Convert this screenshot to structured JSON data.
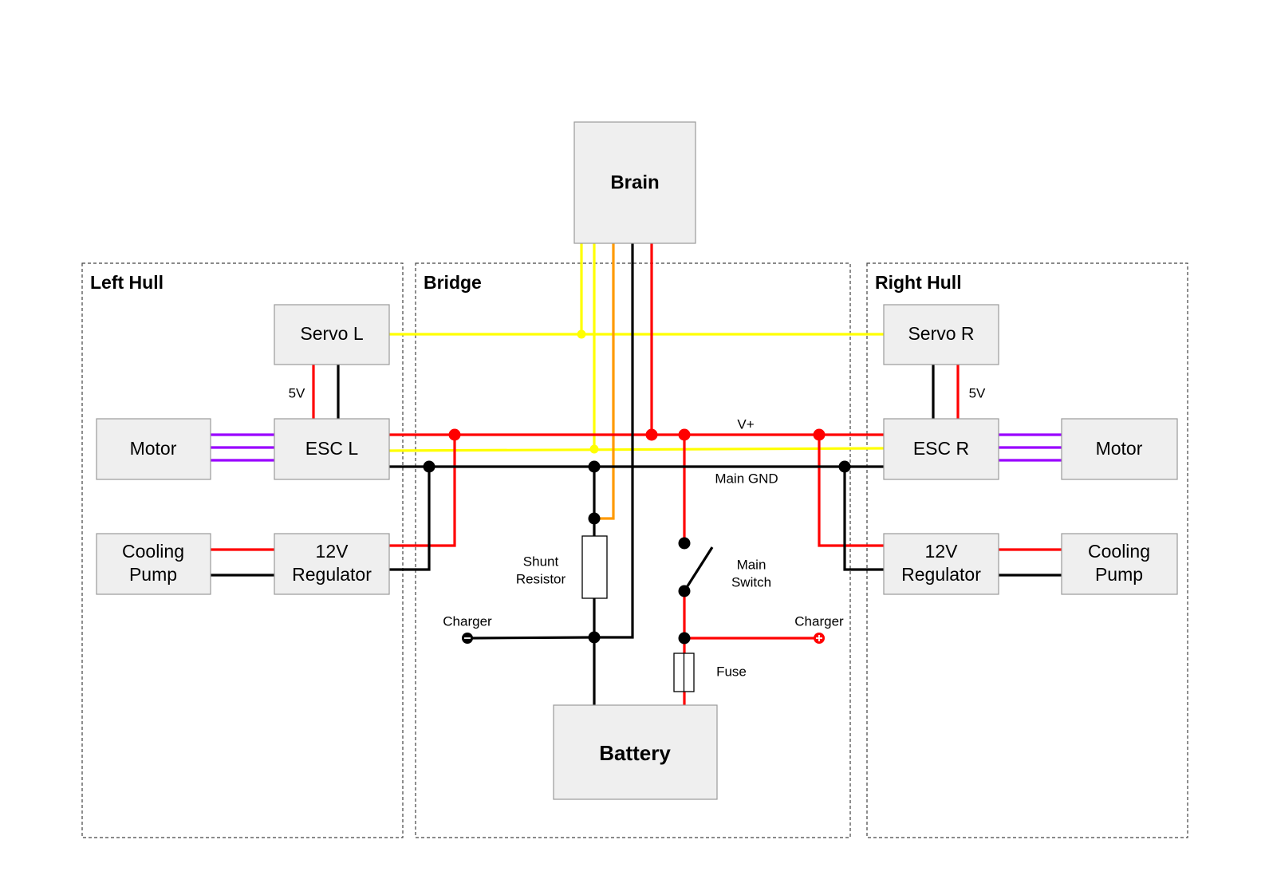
{
  "regions": {
    "left_hull": "Left Hull",
    "bridge": "Bridge",
    "right_hull": "Right Hull"
  },
  "components": {
    "brain": "Brain",
    "servo_l": "Servo L",
    "servo_r": "Servo R",
    "esc_l": "ESC L",
    "esc_r": "ESC R",
    "motor_l": "Motor",
    "motor_r": "Motor",
    "pump_l": [
      "Cooling",
      "Pump"
    ],
    "pump_r": [
      "Cooling",
      "Pump"
    ],
    "reg_l": [
      "12V",
      "Regulator"
    ],
    "reg_r": [
      "12V",
      "Regulator"
    ],
    "battery": "Battery"
  },
  "labels": {
    "v_plus": "V+",
    "main_gnd": "Main GND",
    "five_v_l": "5V",
    "five_v_r": "5V",
    "shunt": [
      "Shunt",
      "Resistor"
    ],
    "main_switch": [
      "Main",
      "Switch"
    ],
    "charger_neg": "Charger",
    "charger_pos": "Charger",
    "fuse": "Fuse"
  },
  "wire_colors": {
    "positive": "#ff0000",
    "ground": "#000000",
    "signal": "#ffff00",
    "sense": "#ff9900",
    "motor_phase": "#9900ff"
  }
}
